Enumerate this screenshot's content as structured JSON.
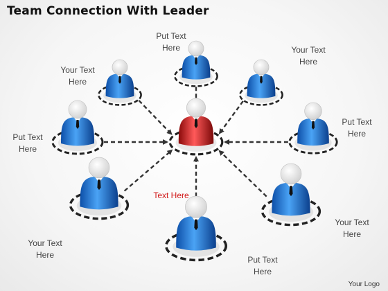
{
  "title": "Team Connection With Leader",
  "logo": "Your Logo",
  "colors": {
    "member_body": "#1565c8",
    "member_body_light": "#4aa3f5",
    "leader_body": "#b30f0f",
    "leader_body_light": "#ff5a5a",
    "head": "#f2f2f2",
    "ring": "#222222",
    "arrow": "#333333",
    "center_text": "#d11a1a"
  },
  "leader": {
    "label": "Text Here",
    "icon": "leader-person-icon"
  },
  "members": [
    {
      "id": "top",
      "label": "Put Text\nHere"
    },
    {
      "id": "top-right",
      "label": "Your Text\nHere"
    },
    {
      "id": "right",
      "label": "Put Text\nHere"
    },
    {
      "id": "bottom-right",
      "label": "Your Text\nHere"
    },
    {
      "id": "bottom",
      "label": "Put Text\nHere"
    },
    {
      "id": "bottom-left",
      "label": "Your Text\nHere"
    },
    {
      "id": "left",
      "label": "Put Text\nHere"
    },
    {
      "id": "top-left",
      "label": "Your Text\nHere"
    }
  ]
}
